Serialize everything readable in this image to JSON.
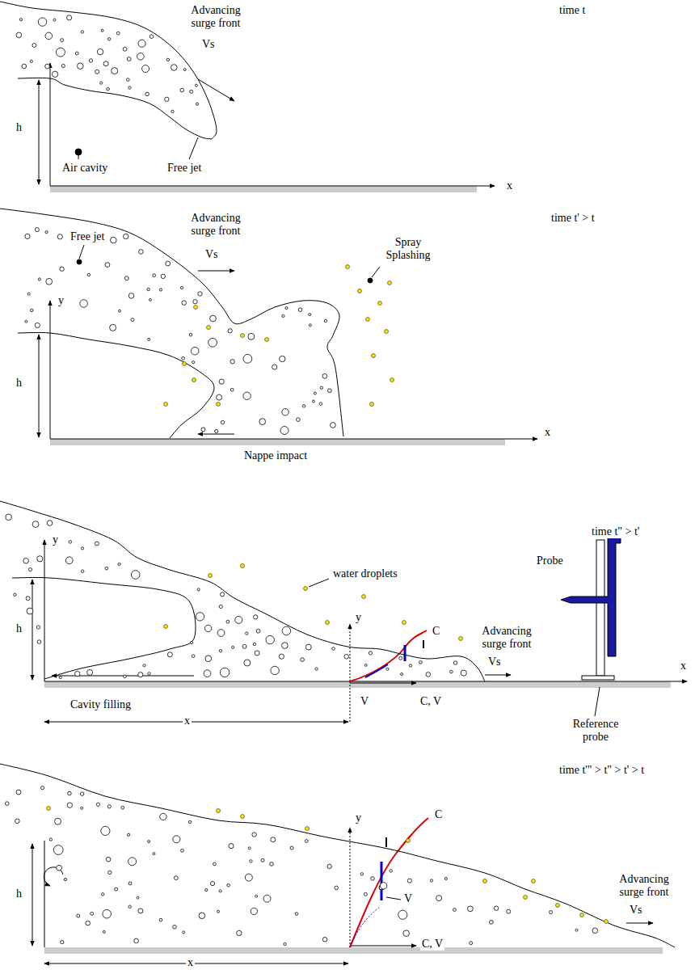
{
  "diagram": {
    "labels": [
      "time t",
      "Advancing surge front",
      "Vs",
      "h",
      "Air cavity",
      "Free jet",
      "x",
      "time t' > t",
      "Advancing surge front",
      "Vs",
      "Free jet",
      "Spray Splashing",
      "y",
      "h",
      "x",
      "Nappe impact",
      "time t\" > t'",
      "y",
      "water droplets",
      "h",
      "y",
      "C",
      "Advancing surge front",
      "Vs",
      "Probe",
      "V",
      "C, V",
      "Cavity filling",
      "x",
      "Reference probe",
      "x",
      "time t'\" > t\" > t' > t",
      "y",
      "h",
      "C",
      "V",
      "Advancing surge front",
      "Vs",
      "C, V",
      "x"
    ]
  }
}
